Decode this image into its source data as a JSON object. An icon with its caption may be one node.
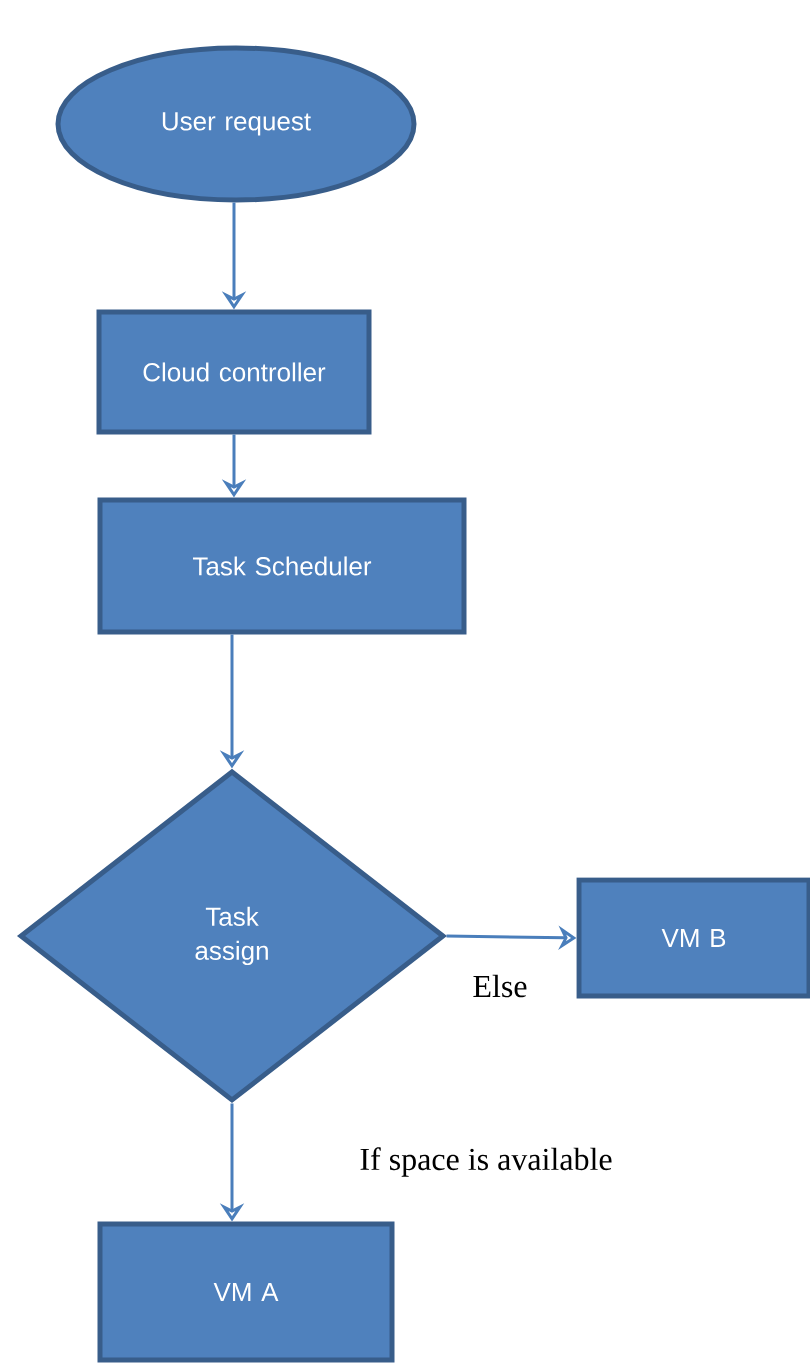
{
  "diagram": {
    "nodes": [
      {
        "text": [
          "User request"
        ]
      },
      {
        "text": [
          "Cloud controller"
        ]
      },
      {
        "text": [
          "Task Scheduler"
        ]
      },
      {
        "text": [
          "Task assign"
        ]
      },
      {
        "text": [
          "VM B"
        ]
      },
      {
        "text": [
          "VM A"
        ]
      }
    ],
    "edges": [
      {
        "from": 0,
        "to": 1,
        "arrow": "to"
      },
      {
        "from": 1,
        "to": 2,
        "arrow": "to"
      },
      {
        "from": 2,
        "to": 3,
        "arrow": "to"
      },
      {
        "from": 3,
        "to": 4,
        "arrow": "to",
        "label": "Else"
      },
      {
        "from": 3,
        "to": 5,
        "arrow": "to",
        "label": "If space is available"
      }
    ]
  }
}
